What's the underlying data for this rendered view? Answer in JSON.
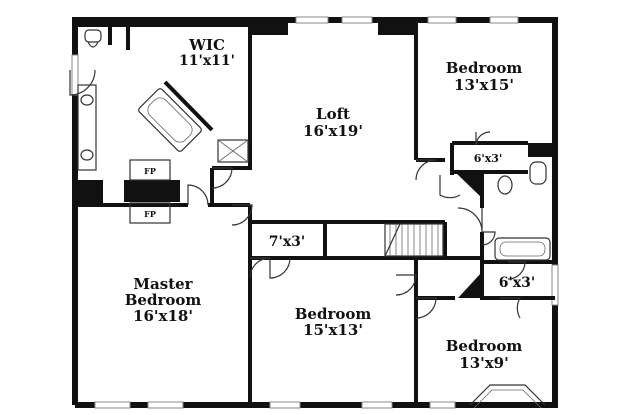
{
  "rooms": {
    "wic": {
      "name": "WIC",
      "size": "11'x11'"
    },
    "loft": {
      "name": "Loft",
      "size": "16'x19'"
    },
    "bedroom_ne": {
      "name": "Bedroom",
      "size": "13'x15'"
    },
    "closet_ne": {
      "label": "6'x3'"
    },
    "closet_center": {
      "label": "7'x3'"
    },
    "master": {
      "name1": "Master",
      "name2": "Bedroom",
      "size": "16'x18'"
    },
    "bedroom_center": {
      "name": "Bedroom",
      "size": "15'x13'"
    },
    "closet_se": {
      "label": "6'x3'"
    },
    "bedroom_se": {
      "name": "Bedroom",
      "size": "13'x9'"
    }
  },
  "fixtures": {
    "fireplace_top": "FP",
    "fireplace_bottom": "FP"
  }
}
